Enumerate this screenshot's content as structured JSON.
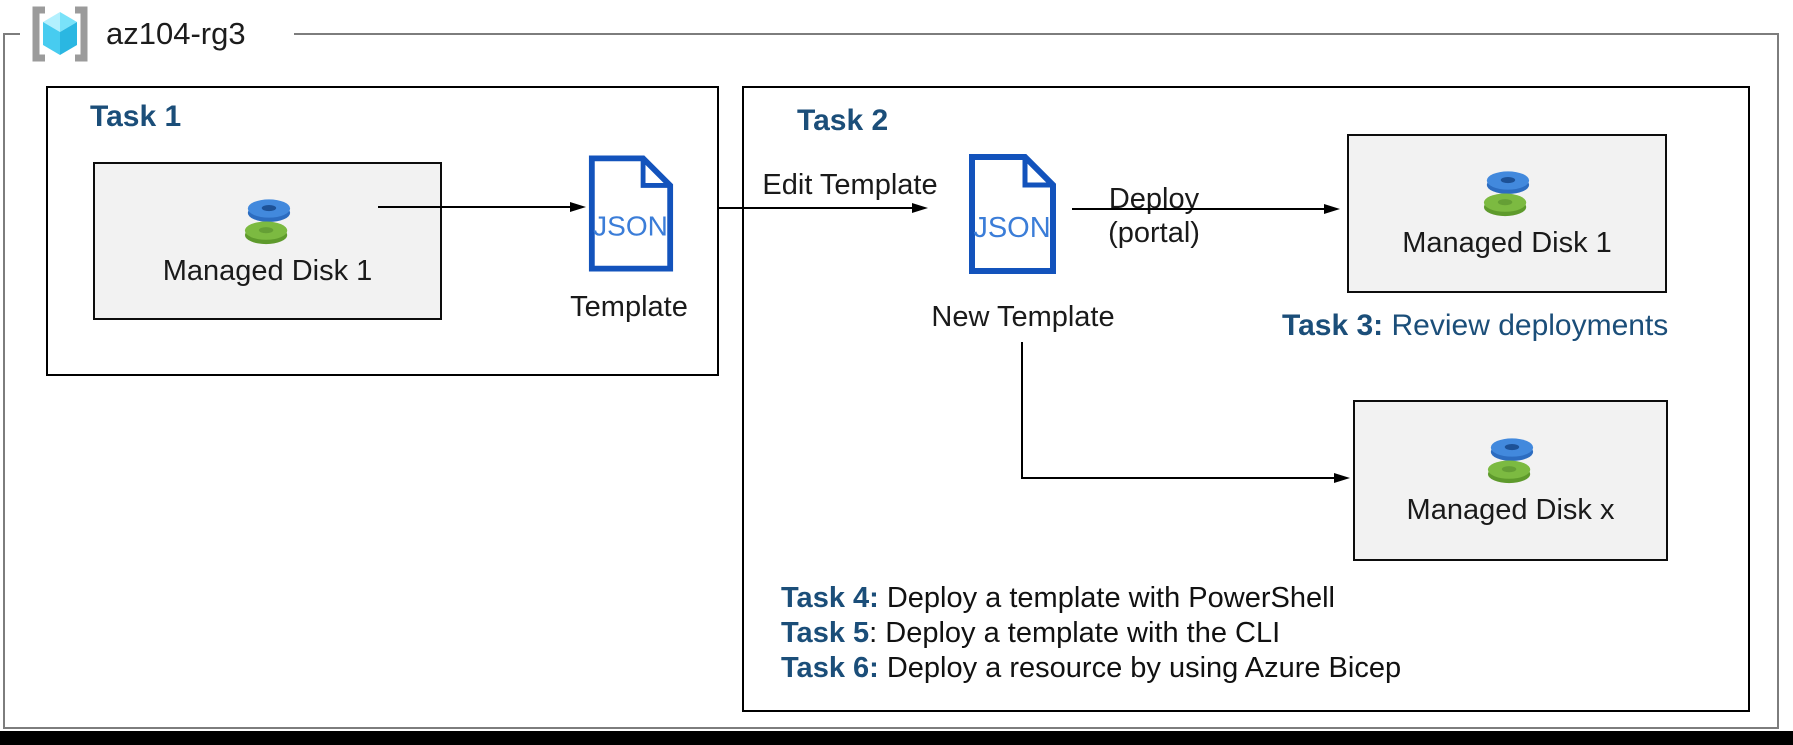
{
  "resource_group": {
    "name": "az104-rg3",
    "icon": "azure-resource-group-icon"
  },
  "colors": {
    "task_header_blue": "#1b4e79",
    "json_icon_border": "#1353bc",
    "json_icon_text": "#3b7dd8",
    "disk_blue": "#4289dd",
    "disk_green": "#7cba41",
    "resource_box_fill": "#f2f2f2",
    "rg_border_gray": "#7d7d7d",
    "cube_cyan": "#50e6ff",
    "bottom_bar": "#000000"
  },
  "task1": {
    "title": "Task 1",
    "disk_label": "Managed Disk 1",
    "json_text": "JSON",
    "template_label": "Template",
    "disk_icon": "managed-disk-icon",
    "file_icon": "json-file-icon"
  },
  "task2": {
    "title": "Task 2",
    "edit_template_label": "Edit Template",
    "json_text": "JSON",
    "new_template_label": "New Template",
    "deploy_label": "Deploy",
    "deploy_sub_label": "(portal)",
    "disk1_label": "Managed Disk 1",
    "diskx_label": "Managed Disk x",
    "task3": {
      "prefix": "Task 3:",
      "text": " Review deployments"
    },
    "task_list": [
      {
        "prefix": "Task 4:",
        "text": " Deploy a template with PowerShell"
      },
      {
        "prefix": "Task 5",
        "text": ": Deploy a template with the CLI"
      },
      {
        "prefix": "Task 6:",
        "text": " Deploy a resource by using Azure Bicep"
      }
    ]
  }
}
